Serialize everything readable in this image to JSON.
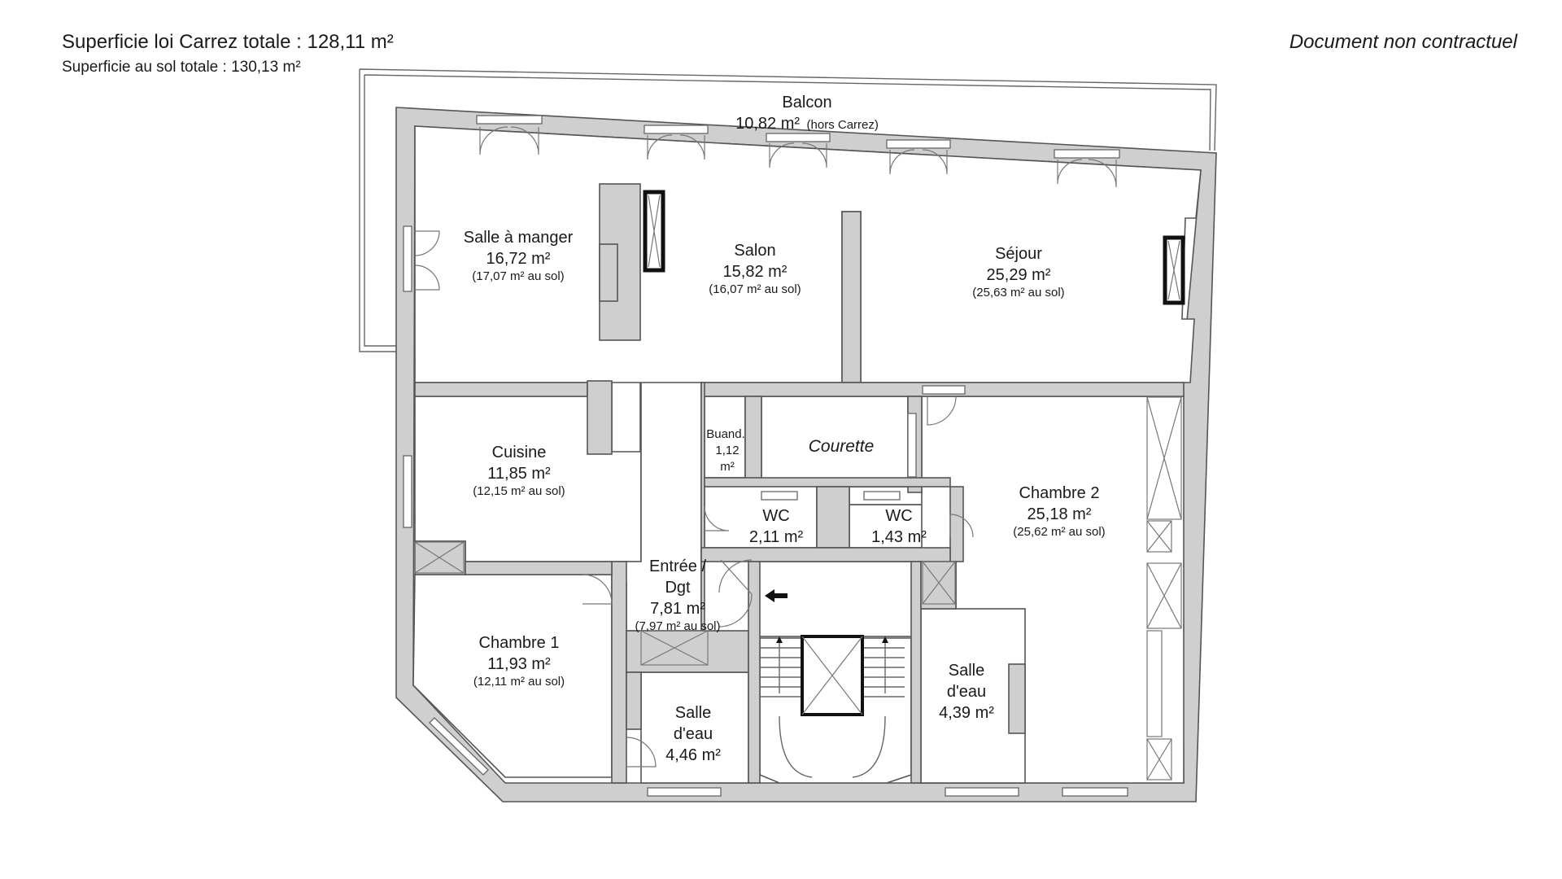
{
  "header": {
    "carrez_total": "Superficie loi Carrez totale :  128,11 m²",
    "sol_total": "Superficie au sol totale :  130,13 m²",
    "disclaimer": "Document non contractuel"
  },
  "rooms": {
    "balcon": {
      "name": "Balcon",
      "area": "10,82 m²",
      "note": "(hors Carrez)"
    },
    "salle_a_manger": {
      "name": "Salle à manger",
      "area": "16,72 m²",
      "sol": "(17,07 m² au sol)"
    },
    "salon": {
      "name": "Salon",
      "area": "15,82 m²",
      "sol": "(16,07 m² au sol)"
    },
    "sejour": {
      "name": "Séjour",
      "area": "25,29 m²",
      "sol": "(25,63 m² au sol)"
    },
    "cuisine": {
      "name": "Cuisine",
      "area": "11,85 m²",
      "sol": "(12,15 m² au sol)"
    },
    "buanderie": {
      "name": "Buand.",
      "area_1": "1,12",
      "area_2": "m²"
    },
    "courette": {
      "name": "Courette"
    },
    "wc1": {
      "name": "WC",
      "area": "2,11 m²"
    },
    "wc2": {
      "name": "WC",
      "area": "1,43 m²"
    },
    "chambre2": {
      "name": "Chambre 2",
      "area": "25,18 m²",
      "sol": "(25,62 m² au sol)"
    },
    "entree": {
      "name_1": "Entrée /",
      "name_2": "Dgt",
      "area": "7,81 m²",
      "sol": "(7,97 m² au sol)"
    },
    "chambre1": {
      "name": "Chambre 1",
      "area": "11,93 m²",
      "sol": "(12,11 m² au sol)"
    },
    "sde1": {
      "name_1": "Salle",
      "name_2": "d'eau",
      "area": "4,46 m²"
    },
    "sde2": {
      "name_1": "Salle",
      "name_2": "d'eau",
      "area": "4,39 m²"
    }
  }
}
